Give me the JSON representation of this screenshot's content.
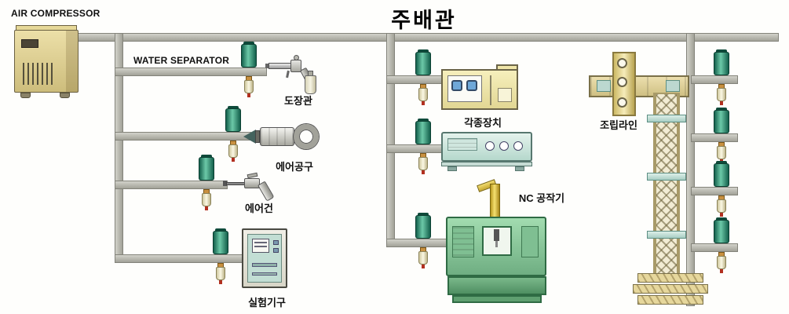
{
  "title": "주배관",
  "labels": {
    "air_compressor": "AIR COMPRESSOR",
    "water_separator": "WATER SEPARATOR",
    "spray_gun": "도장관",
    "air_tool": "에어공구",
    "air_gun": "에어건",
    "lab_equipment": "실험기구",
    "various_devices": "각종장치",
    "nc_machine": "NC 공작기",
    "assembly_line": "조립라인"
  },
  "palette": {
    "pipe_gray": "#b4b4aa",
    "separator_green": "#2e8c6e",
    "filter_bowl": "#f4f0d0",
    "compressor_tan": "#d9cc8e",
    "device_yellow": "#f4edb8",
    "device_teal": "#cde6de",
    "machine_green": "#8fd0a0",
    "arm_yellow": "#f5e070"
  }
}
